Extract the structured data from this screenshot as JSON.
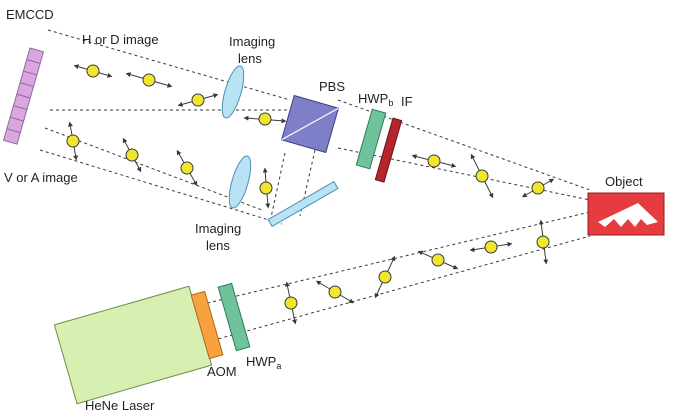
{
  "labels": {
    "emccd": "EMCCD",
    "h_or_d": "H or D image",
    "v_or_a": "V or A image",
    "imaging_lens_top_1": "Imaging",
    "imaging_lens_top_2": "lens",
    "imaging_lens_bottom_1": "Imaging",
    "imaging_lens_bottom_2": "lens",
    "pbs": "PBS",
    "hwp_b_main": "HWP",
    "hwp_b_sub": "b",
    "if": "IF",
    "object": "Object",
    "aom": "AOM",
    "hwp_a_main": "HWP",
    "hwp_a_sub": "a",
    "laser": "HeNe Laser"
  },
  "colors": {
    "emccd": "#d9a6e0",
    "lens": "#b9e3f4",
    "pbs": "#7f7fc9",
    "hwp": "#6fc39c",
    "if_filter": "#b5262c",
    "object": "#e63b3f",
    "aom": "#f7a23f",
    "laser": "#d7f0b2",
    "mirror": "#b9e3f4",
    "polarization": "#f2e52e"
  },
  "icons": {
    "object_shape": "stealth-aircraft-icon",
    "polarization_marker": "polarization-arrow-icon"
  }
}
